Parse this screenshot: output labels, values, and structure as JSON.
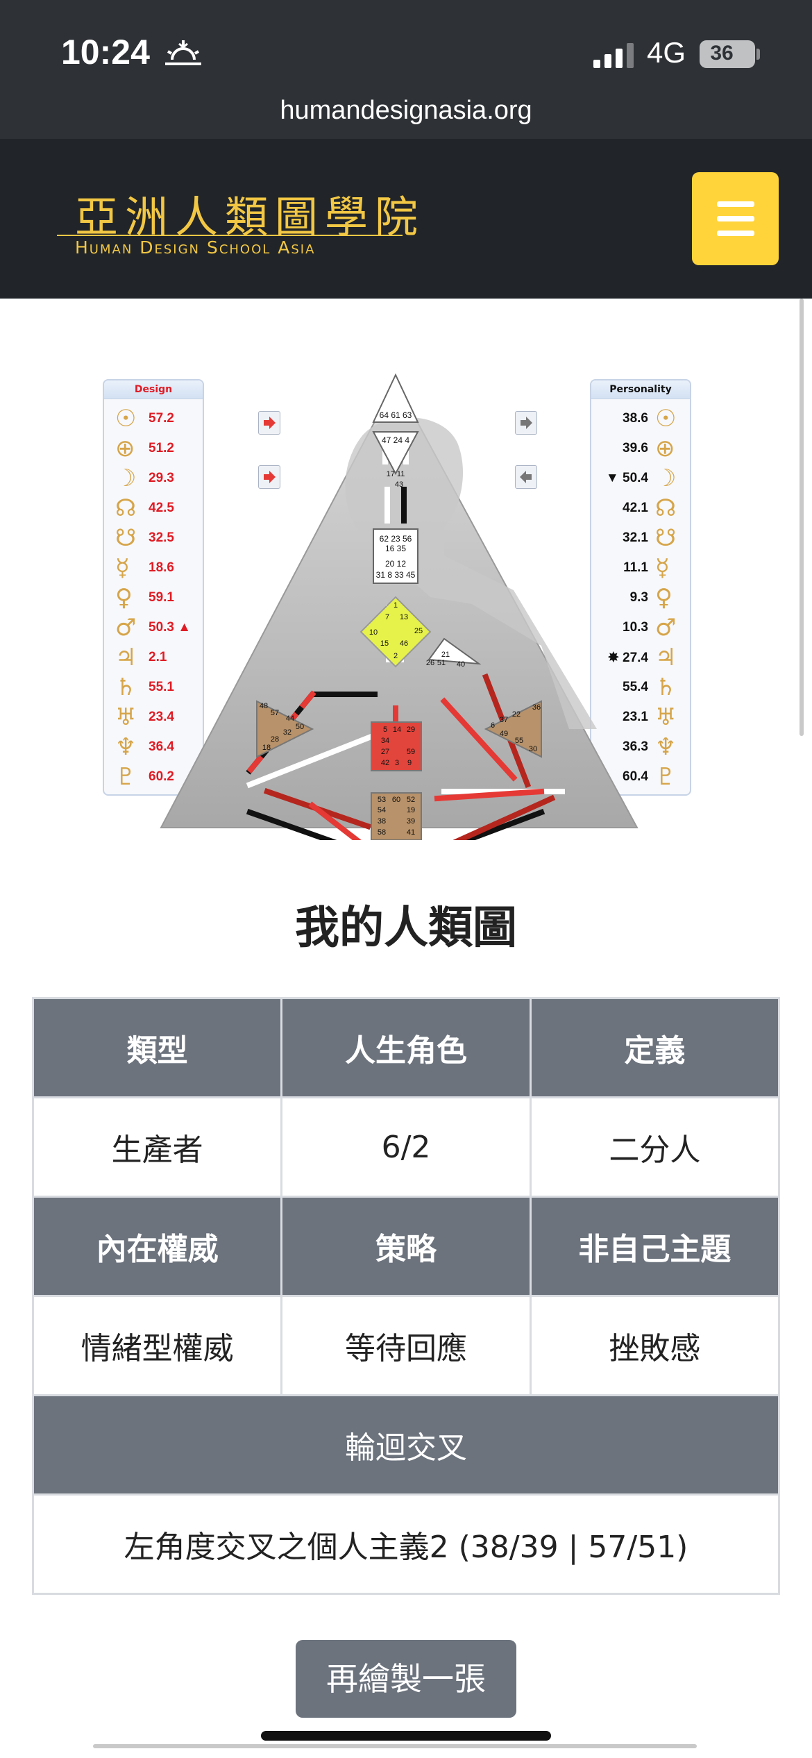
{
  "status_bar": {
    "time": "10:24",
    "network": "4G",
    "battery": "36"
  },
  "browser": {
    "url": "humandesignasia.org"
  },
  "header": {
    "logo_chinese": "亞洲人類圖學院",
    "logo_english": "Human Design School Asia",
    "accent_color": "#ffd43b",
    "logo_color": "#f2c744"
  },
  "bodygraph": {
    "design_title": "Design",
    "personality_title": "Personality",
    "planet_glyphs": [
      "☉",
      "⊕",
      "☽",
      "☊",
      "☋",
      "☿",
      "♀",
      "♂",
      "♃",
      "♄",
      "♅",
      "♆",
      "♇"
    ],
    "design_values": [
      "57.2",
      "51.2",
      "29.3",
      "42.5",
      "32.5",
      "18.6",
      "59.1",
      "50.3 ▲",
      "2.1",
      "55.1",
      "23.4",
      "36.4",
      "60.2"
    ],
    "personality_values": [
      "38.6",
      "39.6",
      "▼ 50.4",
      "42.1",
      "32.1",
      "11.1",
      "9.3",
      "10.3",
      "✸ 27.4",
      "55.4",
      "23.1",
      "36.3",
      "60.4"
    ],
    "head_gates": "64 61 63",
    "ajna_gates": "47 24 4",
    "throat_gates_top": "17 11",
    "throat_gate_43": "43",
    "throat_row1": "62 23 56",
    "throat_row2": "16 35",
    "throat_row3": "20 12",
    "throat_row4": "31 8 33 45",
    "g_center_gates": [
      "1",
      "7",
      "13",
      "10",
      "15",
      "46",
      "25",
      "2"
    ],
    "ego_gates": [
      "21",
      "51",
      "26",
      "40"
    ],
    "spleen_gates": [
      "48",
      "57",
      "44",
      "50",
      "32",
      "28",
      "18"
    ],
    "sacral_gates": [
      "5",
      "14",
      "29",
      "34",
      "27",
      "59",
      "42",
      "3",
      "9"
    ],
    "solar_plexus_gates": [
      "36",
      "22",
      "37",
      "6",
      "49",
      "55",
      "30"
    ],
    "root_gates": [
      "53",
      "60",
      "52",
      "54",
      "19",
      "38",
      "39",
      "58",
      "41"
    ],
    "center_colors": {
      "head": "#ffffff",
      "g": "#e6f24a",
      "sacral": "#e2453c",
      "brown": "#b8926a"
    }
  },
  "page_title": "我的人類圖",
  "profile_table": {
    "headers_row1": [
      "類型",
      "人生角色",
      "定義"
    ],
    "values_row1": [
      "生產者",
      "6/2",
      "二分人"
    ],
    "headers_row2": [
      "內在權威",
      "策略",
      "非自己主題"
    ],
    "values_row2": [
      "情緒型權威",
      "等待回應",
      "挫敗感"
    ],
    "cross_header": "輪迴交叉",
    "cross_value": "左角度交叉之個人主義2 (38/39 | 57/51)"
  },
  "redraw_button": "再繪製一張"
}
